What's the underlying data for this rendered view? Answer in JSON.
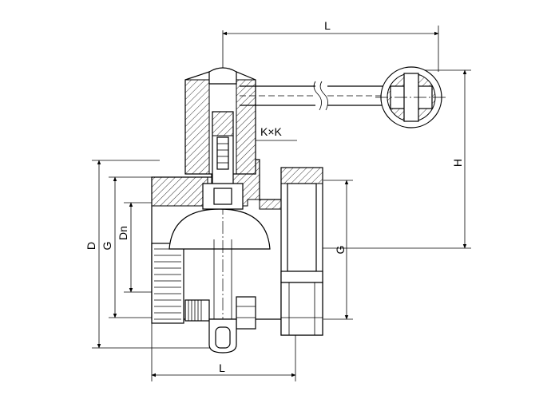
{
  "labels": {
    "top_length": "L",
    "bottom_length": "L",
    "height": "H",
    "outer_diameter": "D",
    "thread_left": "G",
    "nominal_diameter": "Dn",
    "thread_right": "G",
    "square_size": "K×K"
  }
}
